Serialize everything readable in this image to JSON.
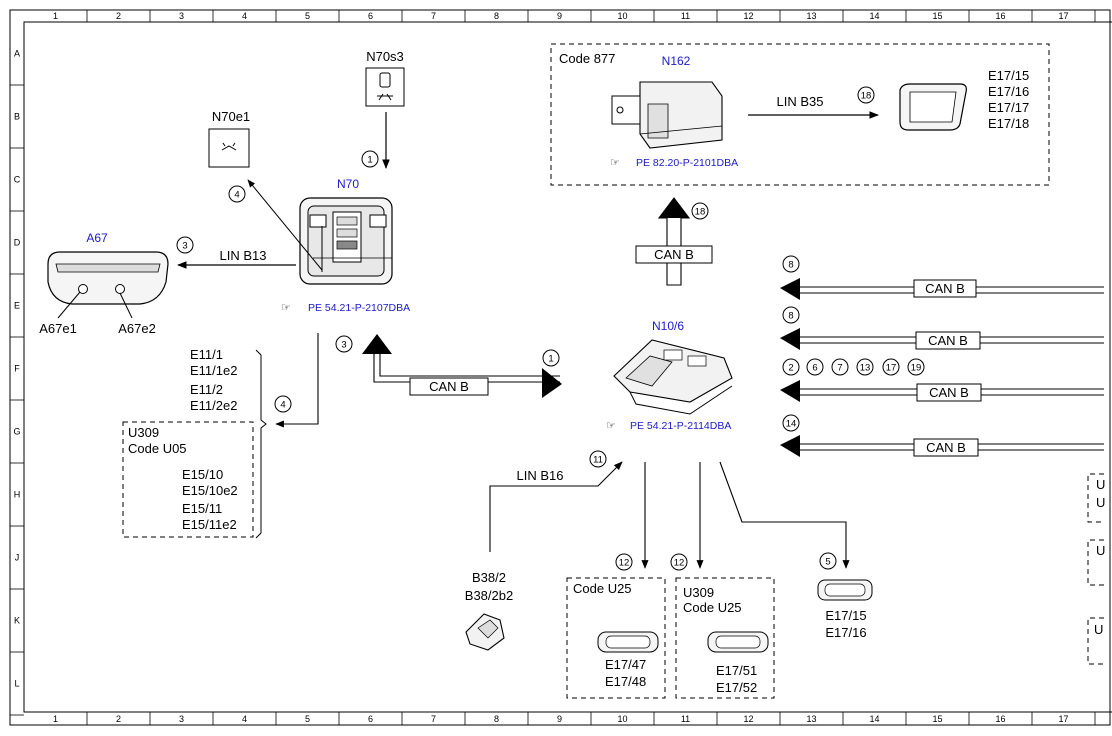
{
  "grid": {
    "columns": [
      "1",
      "2",
      "3",
      "4",
      "5",
      "6",
      "7",
      "8",
      "9",
      "10",
      "11",
      "12",
      "13",
      "14",
      "15",
      "16",
      "17"
    ],
    "rows": [
      "A",
      "B",
      "C",
      "D",
      "E",
      "F",
      "G",
      "H",
      "J",
      "K",
      "L"
    ]
  },
  "components": {
    "n70s3": "N70s3",
    "n70e1": "N70e1",
    "n70": "N70",
    "a67": "A67",
    "a67e1": "A67e1",
    "a67e2": "A67e2",
    "n162": "N162",
    "n10_6": "N10/6",
    "b38_2": "B38/2",
    "b38_2b2": "B38/2b2"
  },
  "links": {
    "lin_b13": "LIN B13",
    "lin_b35": "LIN B35",
    "lin_b16": "LIN B16",
    "can_b": "CAN B"
  },
  "references": {
    "n70_ref": "PE 54.21-P-2107DBA",
    "n162_ref": "PE 82.20-P-2101DBA",
    "n10_ref": "PE 54.21-P-2114DBA"
  },
  "codes": {
    "code_877": "Code 877",
    "u309": "U309",
    "code_u05": "Code U05",
    "code_u25": "Code U25",
    "u_partial": "U"
  },
  "lamps": {
    "e11_group": [
      "E11/1",
      "E11/1e2",
      "E11/2",
      "E11/2e2"
    ],
    "e15_group": [
      "E15/10",
      "E15/10e2",
      "E15/11",
      "E15/11e2"
    ],
    "e17_top": [
      "E17/15",
      "E17/16",
      "E17/17",
      "E17/18"
    ],
    "e17_pair_15_16": [
      "E17/15",
      "E17/16"
    ],
    "e17_pair_47_48": [
      "E17/47",
      "E17/48"
    ],
    "e17_pair_51_52": [
      "E17/51",
      "E17/52"
    ]
  },
  "signal_numbers": {
    "s1": "1",
    "s2": "2",
    "s3": "3",
    "s4": "4",
    "s5": "5",
    "s6": "6",
    "s7": "7",
    "s8": "8",
    "s11": "11",
    "s12": "12",
    "s13": "13",
    "s14": "14",
    "s17": "17",
    "s18": "18",
    "s19": "19"
  }
}
